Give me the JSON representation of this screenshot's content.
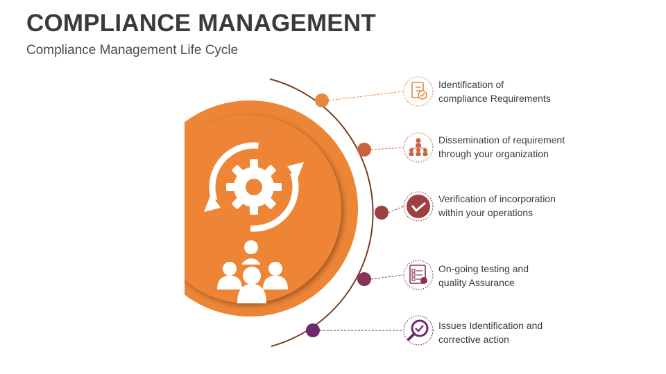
{
  "title": "COMPLIANCE MANAGEMENT",
  "subtitle": "Compliance Management Life Cycle",
  "steps": [
    {
      "line1": "Identification of",
      "line2": "compliance Requirements",
      "color": "#E8863A",
      "icon": "checklist-icon"
    },
    {
      "line1": "Dissemination of requirement",
      "line2": "through your organization",
      "color": "#C9633F",
      "icon": "team-hierarchy-icon"
    },
    {
      "line1": "Verification of incorporation",
      "line2": "within your operations",
      "color": "#9E3F42",
      "icon": "checkmark-circle-icon"
    },
    {
      "line1": "On-going testing and",
      "line2": "quality Assurance",
      "color": "#8A3357",
      "icon": "test-report-icon"
    },
    {
      "line1": "Issues Identification and",
      "line2": "corrective action",
      "color": "#6E2A6E",
      "icon": "magnifier-check-icon"
    }
  ],
  "colors": {
    "accent": "#ED8536",
    "accent_dark": "#E0772B",
    "arc": "#7A3A22"
  }
}
